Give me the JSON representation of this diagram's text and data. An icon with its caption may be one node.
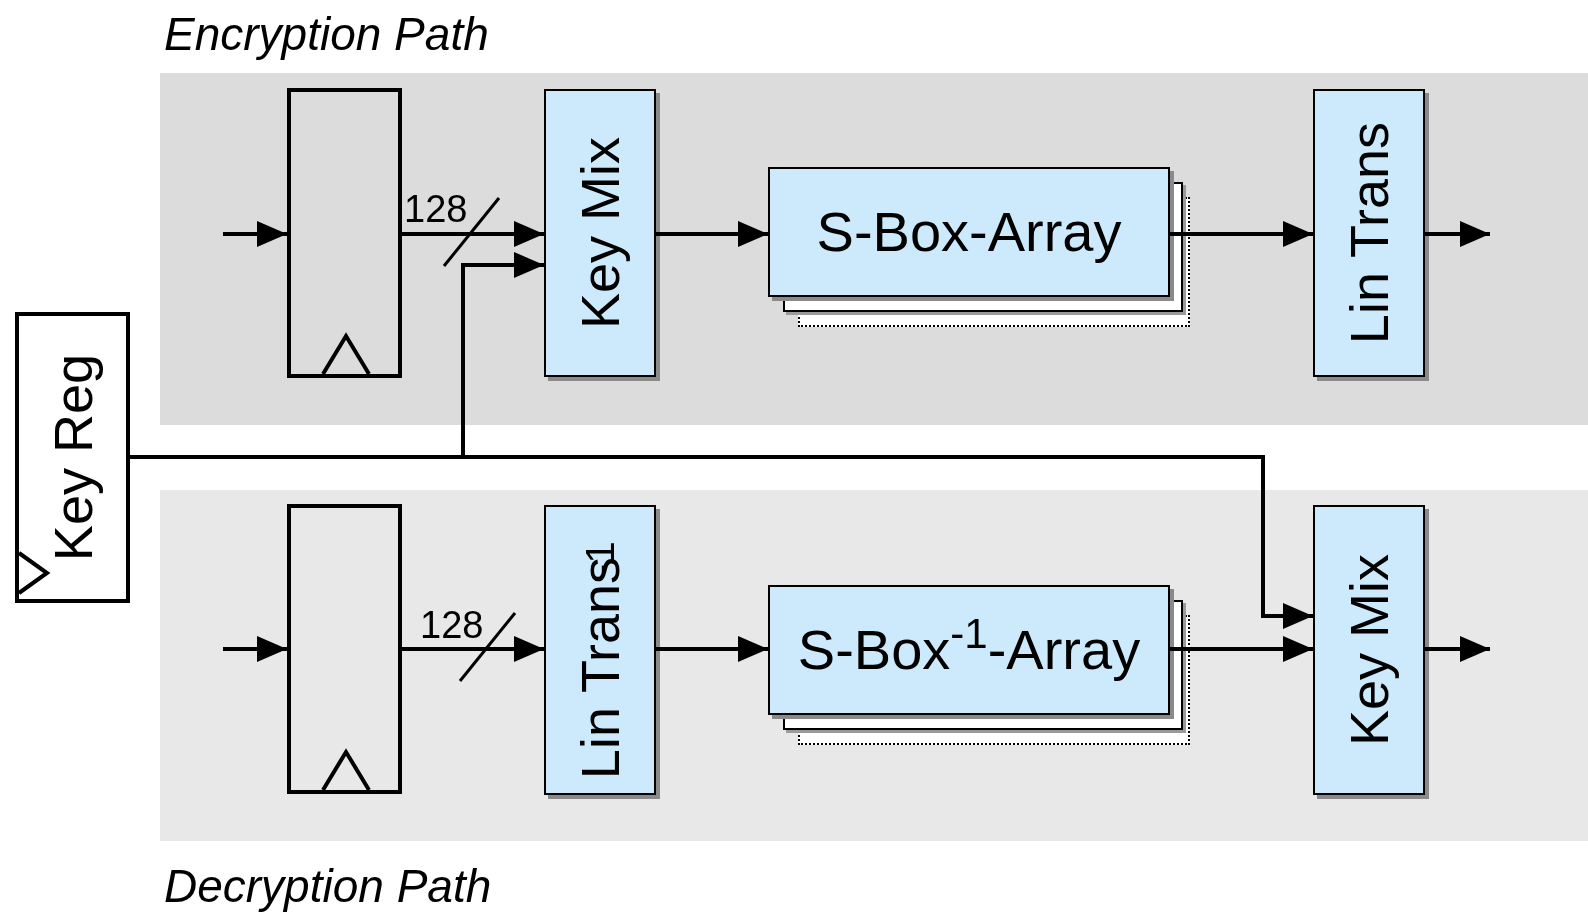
{
  "diagram": {
    "nodes": [
      {
        "text": [
          "Encryption Path"
        ]
      },
      {
        "text": [],
        "shape": "box",
        "in": 0
      },
      {
        "text": [
          "Key Mix"
        ],
        "in": 0
      },
      {
        "text": [
          "S-Box-Array"
        ],
        "in": 0
      },
      {
        "text": [
          "Lin Trans"
        ],
        "in": 0
      },
      {
        "text": [
          "Decryption Path"
        ]
      },
      {
        "text": [],
        "shape": "box",
        "in": 5
      },
      {
        "text": [
          "Lin Trans$^{-1}$"
        ],
        "in": 5
      },
      {
        "text": [
          "S-Box$^{-1}$-Array"
        ],
        "in": 5
      },
      {
        "text": [
          "Key Mix"
        ],
        "in": 5
      },
      {
        "text": [
          "Key Reg"
        ]
      }
    ],
    "edges": [
      {
        "from": null,
        "to": 1,
        "arrow": "to"
      },
      {
        "from": 1,
        "to": 2,
        "arrow": "to",
        "label": "128"
      },
      {
        "from": 2,
        "to": 3,
        "arrow": "to"
      },
      {
        "from": 3,
        "to": 4,
        "arrow": "to"
      },
      {
        "from": 4,
        "to": null,
        "arrow": "to"
      },
      {
        "from": 10,
        "to": 2,
        "arrow": "to"
      },
      {
        "from": 10,
        "to": 9,
        "arrow": "to"
      },
      {
        "from": null,
        "to": 6,
        "arrow": "to"
      },
      {
        "from": 6,
        "to": 7,
        "arrow": "to",
        "label": "128"
      },
      {
        "from": 7,
        "to": 8,
        "arrow": "to"
      },
      {
        "from": 8,
        "to": 9,
        "arrow": "to"
      },
      {
        "from": 9,
        "to": null,
        "arrow": "to"
      }
    ]
  }
}
